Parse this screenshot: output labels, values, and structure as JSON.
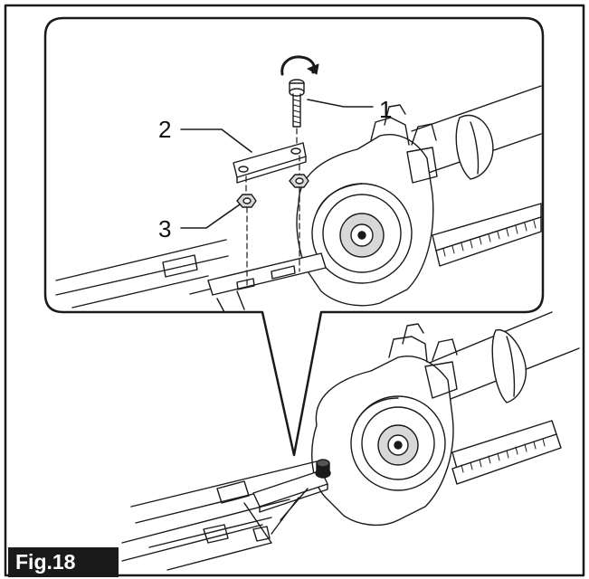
{
  "figure": {
    "label": "Fig.18",
    "callouts": [
      {
        "number": "1",
        "part": "bolt"
      },
      {
        "number": "2",
        "part": "plate"
      },
      {
        "number": "3",
        "part": "nut"
      }
    ]
  },
  "colors": {
    "line": "#1a1a1a",
    "fill_light": "#ffffff",
    "fill_gray": "#d8d8d8",
    "label_bg": "#1a1a1a"
  }
}
